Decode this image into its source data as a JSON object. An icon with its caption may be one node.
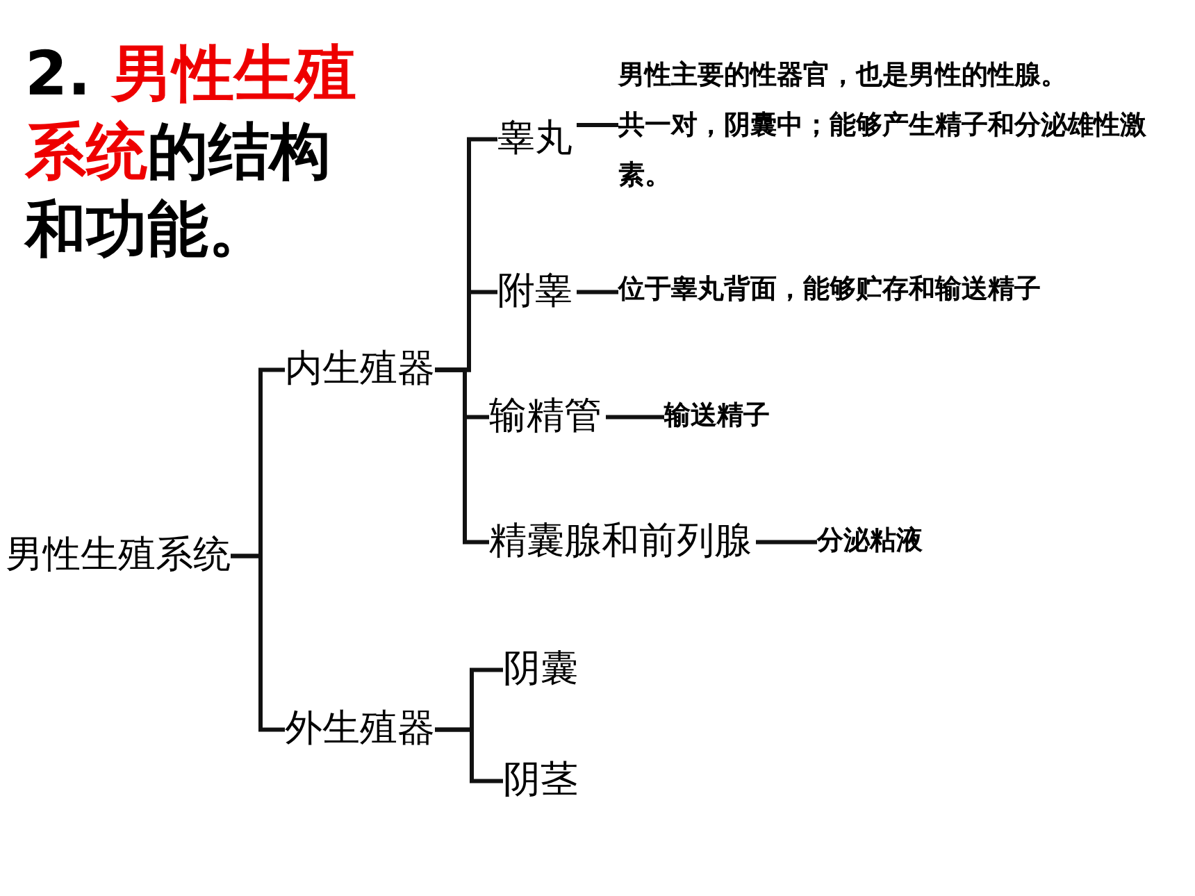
{
  "diagram": {
    "title": "2. **男性生殖系统**的结构和功能。",
    "nodes": [
      {
        "text": [
          "男性生殖系统"
        ]
      },
      {
        "text": [
          "内生殖器"
        ]
      },
      {
        "text": [
          "外生殖器"
        ]
      },
      {
        "text": [
          "睾丸"
        ]
      },
      {
        "text": [
          "男性主要的性器官，也是男性的性腺。",
          "共一对，阴囊中；能够产生精子和分泌雄性激素。"
        ]
      },
      {
        "text": [
          "附睾"
        ]
      },
      {
        "text": [
          "位于睾丸背面，能够贮存和输送精子"
        ]
      },
      {
        "text": [
          "输精管"
        ]
      },
      {
        "text": [
          "输送精子"
        ]
      },
      {
        "text": [
          "精囊腺和前列腺"
        ]
      },
      {
        "text": [
          "分泌粘液"
        ]
      },
      {
        "text": [
          "阴囊"
        ]
      },
      {
        "text": [
          "阴茎"
        ]
      }
    ],
    "edges": [
      {
        "from": 0,
        "to": 1,
        "arrow": "none"
      },
      {
        "from": 0,
        "to": 2,
        "arrow": "none"
      },
      {
        "from": 1,
        "to": 3,
        "arrow": "none"
      },
      {
        "from": 1,
        "to": 5,
        "arrow": "none"
      },
      {
        "from": 1,
        "to": 7,
        "arrow": "none"
      },
      {
        "from": 1,
        "to": 9,
        "arrow": "none"
      },
      {
        "from": 2,
        "to": 11,
        "arrow": "none"
      },
      {
        "from": 2,
        "to": 12,
        "arrow": "none"
      },
      {
        "from": 3,
        "to": 4,
        "arrow": "none"
      },
      {
        "from": 5,
        "to": 6,
        "arrow": "none"
      },
      {
        "from": 7,
        "to": 8,
        "arrow": "none"
      },
      {
        "from": 9,
        "to": 10,
        "arrow": "none"
      }
    ]
  }
}
